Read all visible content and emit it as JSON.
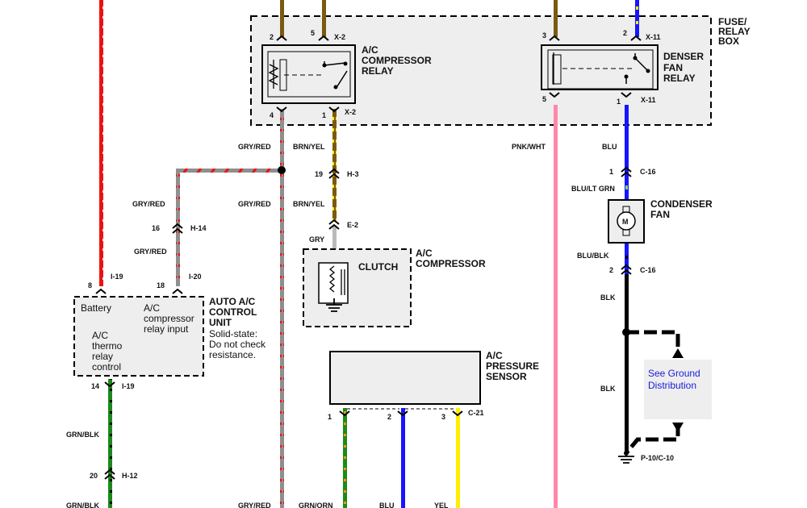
{
  "fuse_box": {
    "title": [
      "FUSE/",
      "RELAY",
      "BOX"
    ]
  },
  "ac_relay": {
    "title": [
      "A/C",
      "COMPRESSOR",
      "RELAY"
    ],
    "pin_top_left": "2",
    "pin_top_mid": "5",
    "conn_top": "X-2",
    "pin_bot_left": "4",
    "pin_bot_mid": "1",
    "conn_bot": "X-2"
  },
  "fan_relay": {
    "title": [
      "DENSER",
      "FAN",
      "RELAY"
    ],
    "pin_top_left": "3",
    "pin_top_right": "2",
    "conn_top": "X-11",
    "pin_bot_left": "5",
    "pin_bot_right": "1",
    "conn_bot": "X-11"
  },
  "wires": {
    "gry_red": "GRY/RED",
    "brn_yel": "BRN/YEL",
    "pnk_wht": "PNK/WHT",
    "blu": "BLU",
    "blu_lt_grn": "BLU/LT GRN",
    "blu_blk": "BLU/BLK",
    "blk": "BLK",
    "gry": "GRY",
    "grn_blk": "GRN/BLK",
    "grn_orn": "GRN/ORN",
    "yel": "YEL"
  },
  "connectors": {
    "h3_pin": "19",
    "h3": "H-3",
    "e2": "E-2",
    "h14_pin": "16",
    "h14": "H-14",
    "c16_top_pin": "1",
    "c16_top": "C-16",
    "c16_bot_pin": "2",
    "c16_bot": "C-16",
    "i19_top_pin": "8",
    "i19_top": "I-19",
    "i20_pin": "18",
    "i20": "I-20",
    "i19_bot_pin": "14",
    "i19_bot": "I-19",
    "h12_pin": "20",
    "h12": "H-12",
    "c21_p1": "1",
    "c21_p2": "2",
    "c21_p3": "3",
    "c21": "C-21",
    "ground": "P-10/C-10"
  },
  "condenser_fan": {
    "title": [
      "CONDENSER",
      "FAN"
    ],
    "motor": "M"
  },
  "compressor": {
    "title": [
      "A/C",
      "COMPRESSOR"
    ],
    "clutch": "CLUTCH"
  },
  "pressure_sensor": {
    "title": [
      "A/C",
      "PRESSURE",
      "SENSOR"
    ]
  },
  "control_unit": {
    "title": [
      "AUTO A/C",
      "CONTROL",
      "UNIT"
    ],
    "note": [
      "Solid-state:",
      "Do not check",
      "resistance."
    ],
    "battery": "Battery",
    "relay_input": [
      "A/C",
      "compressor",
      "relay input"
    ],
    "thermo": [
      "A/C",
      "thermo",
      "relay",
      "control"
    ]
  },
  "ground_link": [
    "See Ground",
    "Distribution"
  ],
  "colors": {
    "red": "#ee1111",
    "gray": "#8f8f8f",
    "brown": "#7a5a10",
    "yellow": "#ffee00",
    "pink": "#ff88aa",
    "blue": "#1515ff",
    "green": "#1a8a1a",
    "black": "#000000",
    "box_fill": "#eeeeee",
    "light_gray": "#bbbbbb"
  }
}
